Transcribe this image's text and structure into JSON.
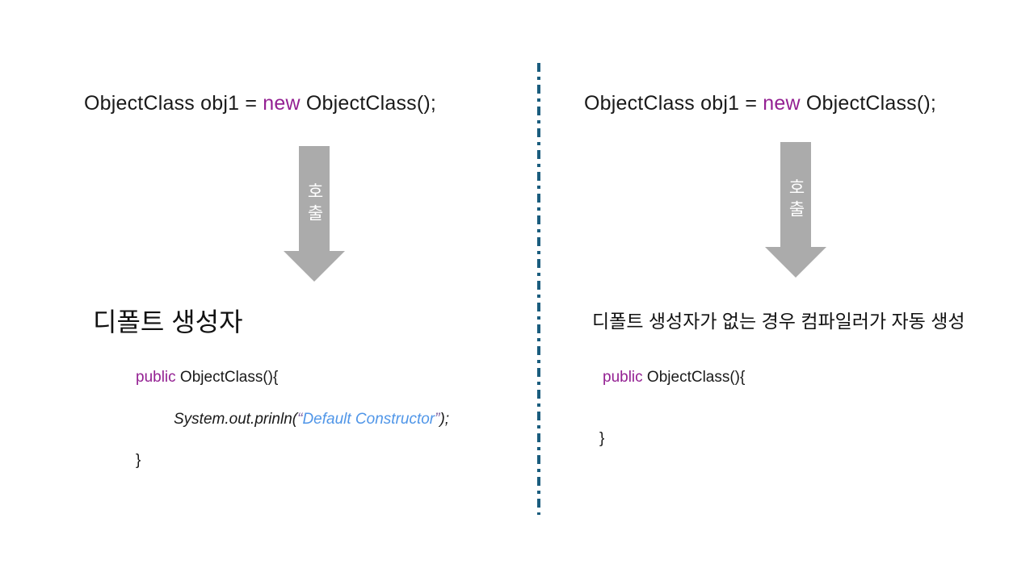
{
  "colors": {
    "keyword": "#942193",
    "string": "#5096e8",
    "quote": "#8064a2",
    "arrow": "#ababab",
    "divider": "#1b5d7e"
  },
  "left": {
    "statement": {
      "pre": "ObjectClass obj1 = ",
      "keyword": "new",
      "post": " ObjectClass();"
    },
    "arrow_label": "호출",
    "heading": "디폴트 생성자",
    "code": {
      "line1_keyword": "public",
      "line1_rest": " ObjectClass(){",
      "line2_pre": "System.out.prinln(",
      "line2_open_quote": "“",
      "line2_string": "Default Constructor",
      "line2_close_quote": "”",
      "line2_post": ");",
      "line3": "}"
    }
  },
  "right": {
    "statement": {
      "pre": "ObjectClass obj1 = ",
      "keyword": "new",
      "post": " ObjectClass();"
    },
    "arrow_label": "호출",
    "heading": "디폴트 생성자가 없는 경우 컴파일러가 자동 생성",
    "code": {
      "line1_keyword": "public",
      "line1_rest": " ObjectClass(){",
      "line3": "}"
    }
  }
}
